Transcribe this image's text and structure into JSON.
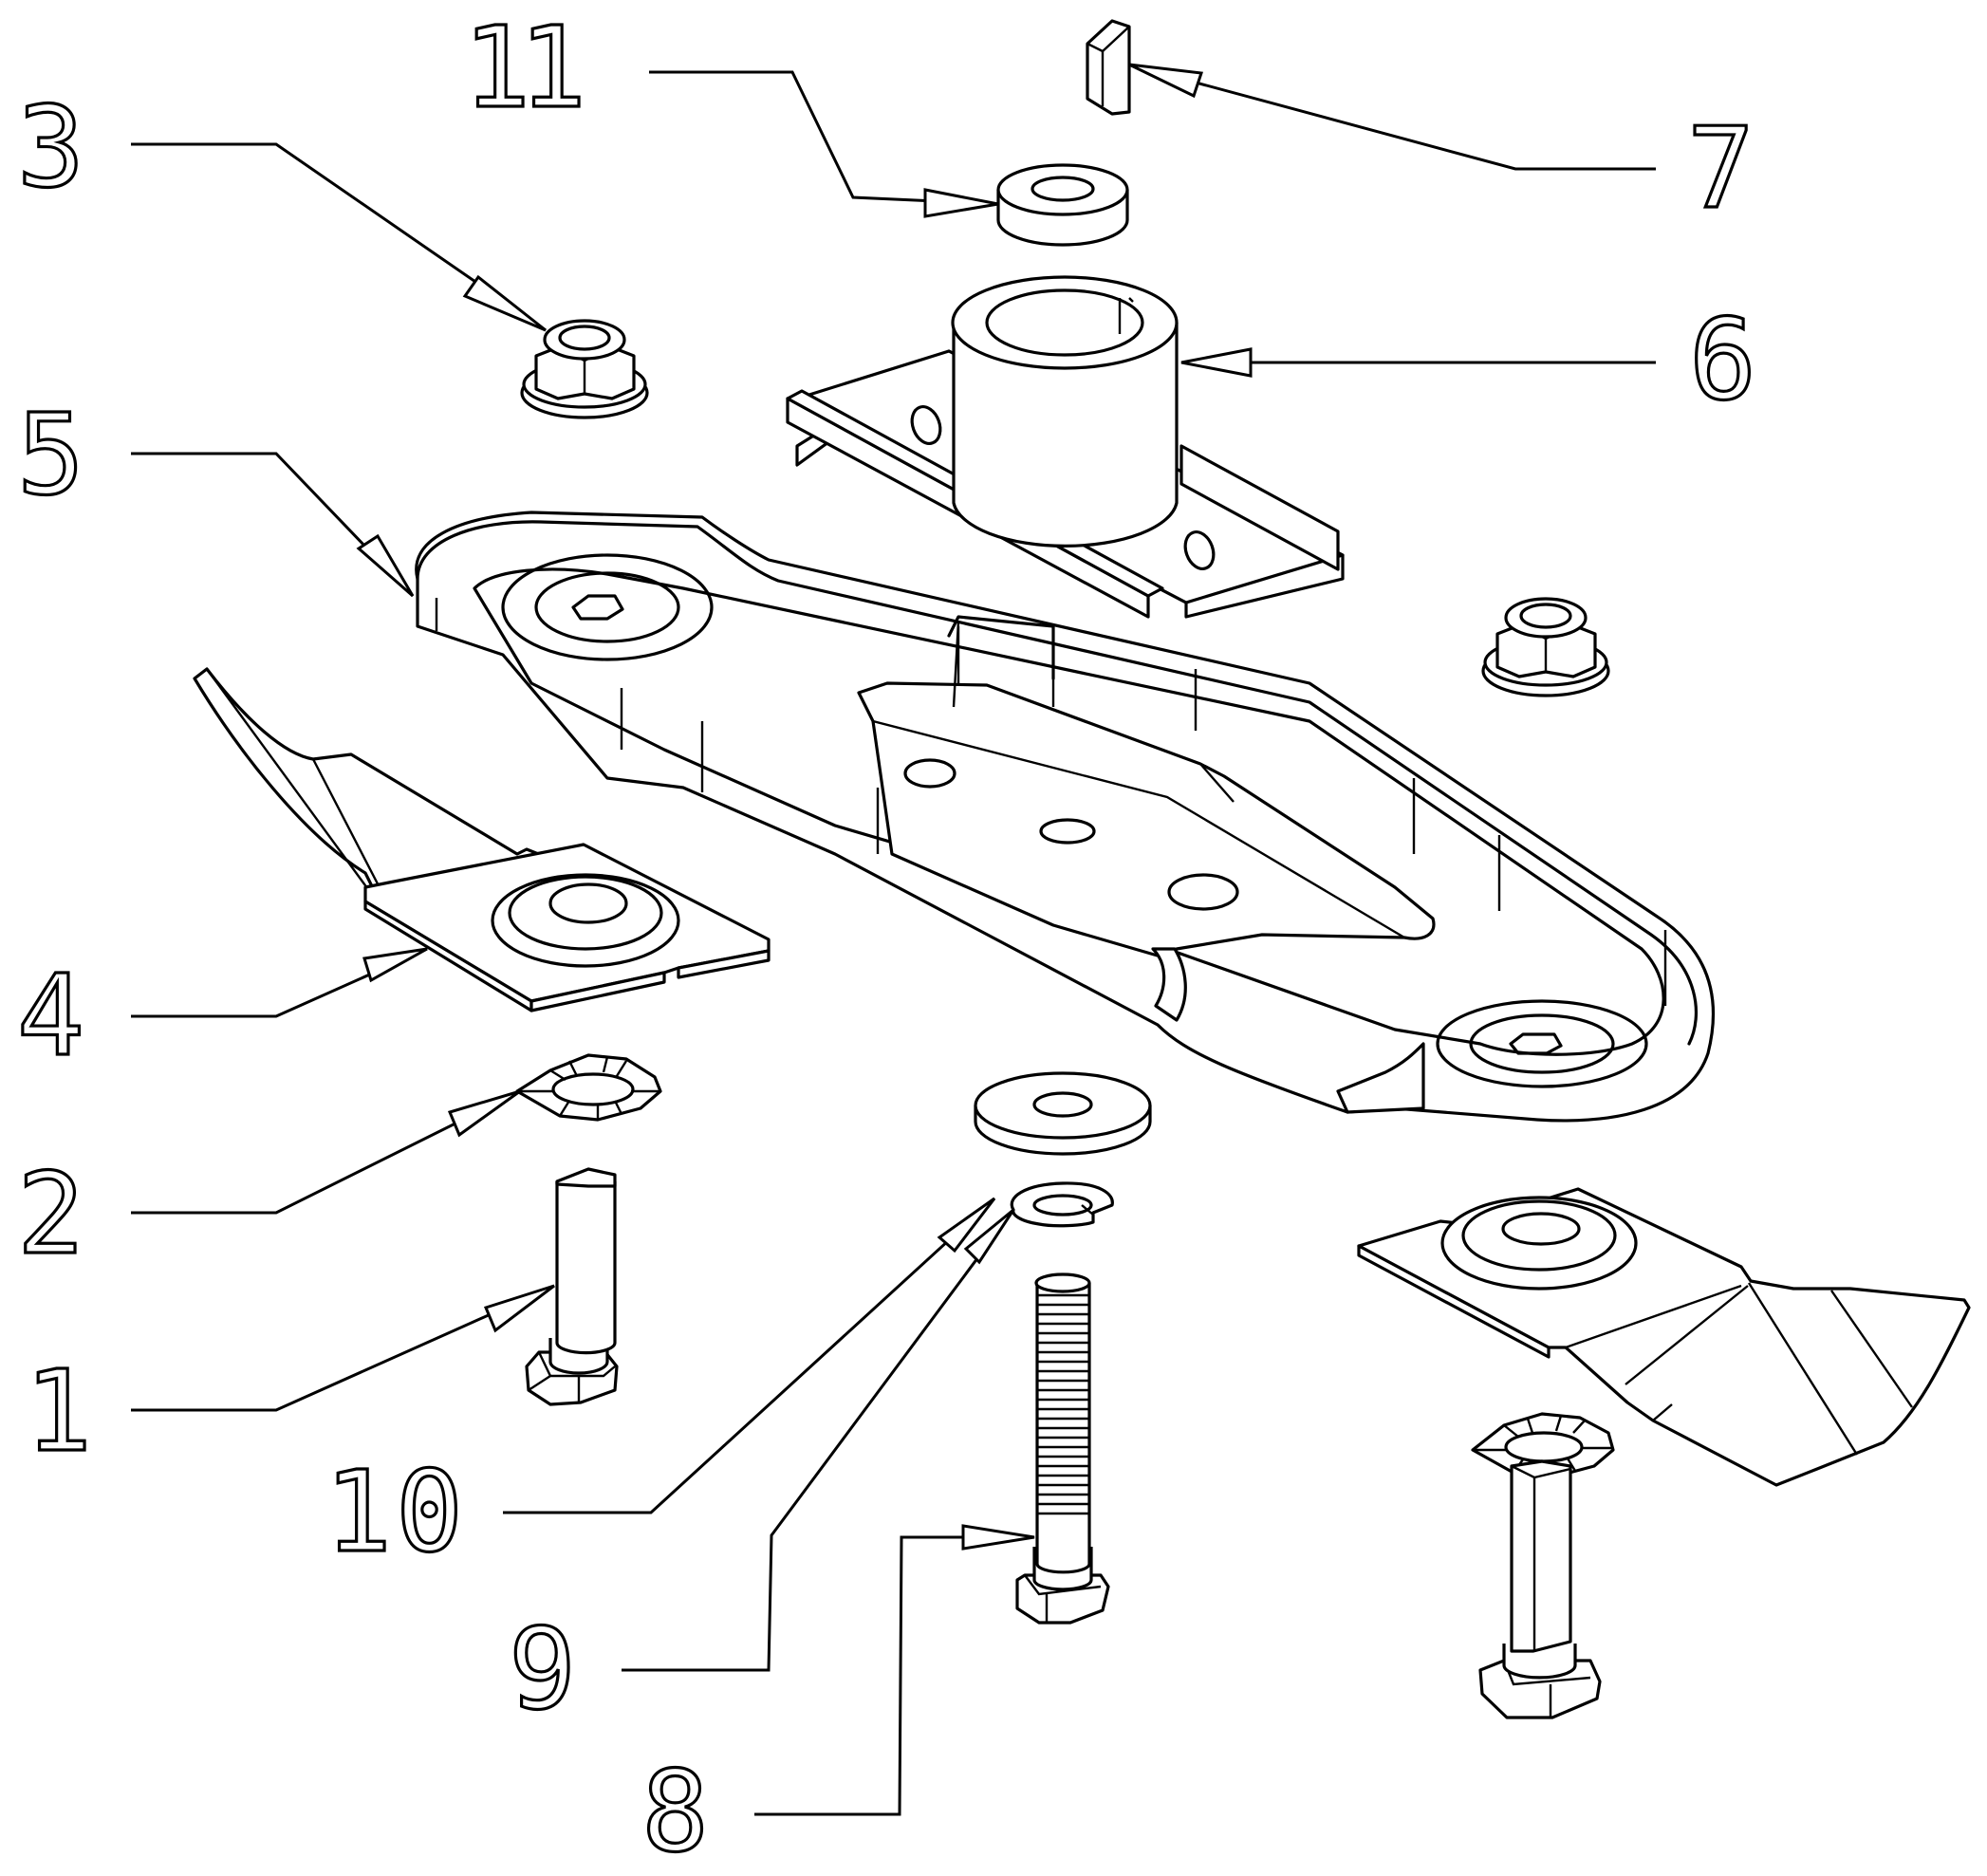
{
  "diagram": {
    "type": "exploded-parts-view",
    "subject": "rotary mower blade carrier assembly",
    "line_color": "#000000",
    "background": "#ffffff"
  },
  "callouts": [
    {
      "id": "c1",
      "label": "1",
      "part": "blade bolt (stepped shoulder bolt)"
    },
    {
      "id": "c2",
      "label": "2",
      "part": "serrated lock washer"
    },
    {
      "id": "c3",
      "label": "3",
      "part": "flange lock nut"
    },
    {
      "id": "c4",
      "label": "4",
      "part": "cutting blade"
    },
    {
      "id": "c5",
      "label": "5",
      "part": "blade carrier"
    },
    {
      "id": "c6",
      "label": "6",
      "part": "hub adapter"
    },
    {
      "id": "c7",
      "label": "7",
      "part": "woodruff key"
    },
    {
      "id": "c8",
      "label": "8",
      "part": "hex bolt"
    },
    {
      "id": "c9",
      "label": "9",
      "part": "spring washer"
    },
    {
      "id": "c10",
      "label": "10",
      "part": "flat washer"
    },
    {
      "id": "c11",
      "label": "11",
      "part": "spacer"
    }
  ]
}
